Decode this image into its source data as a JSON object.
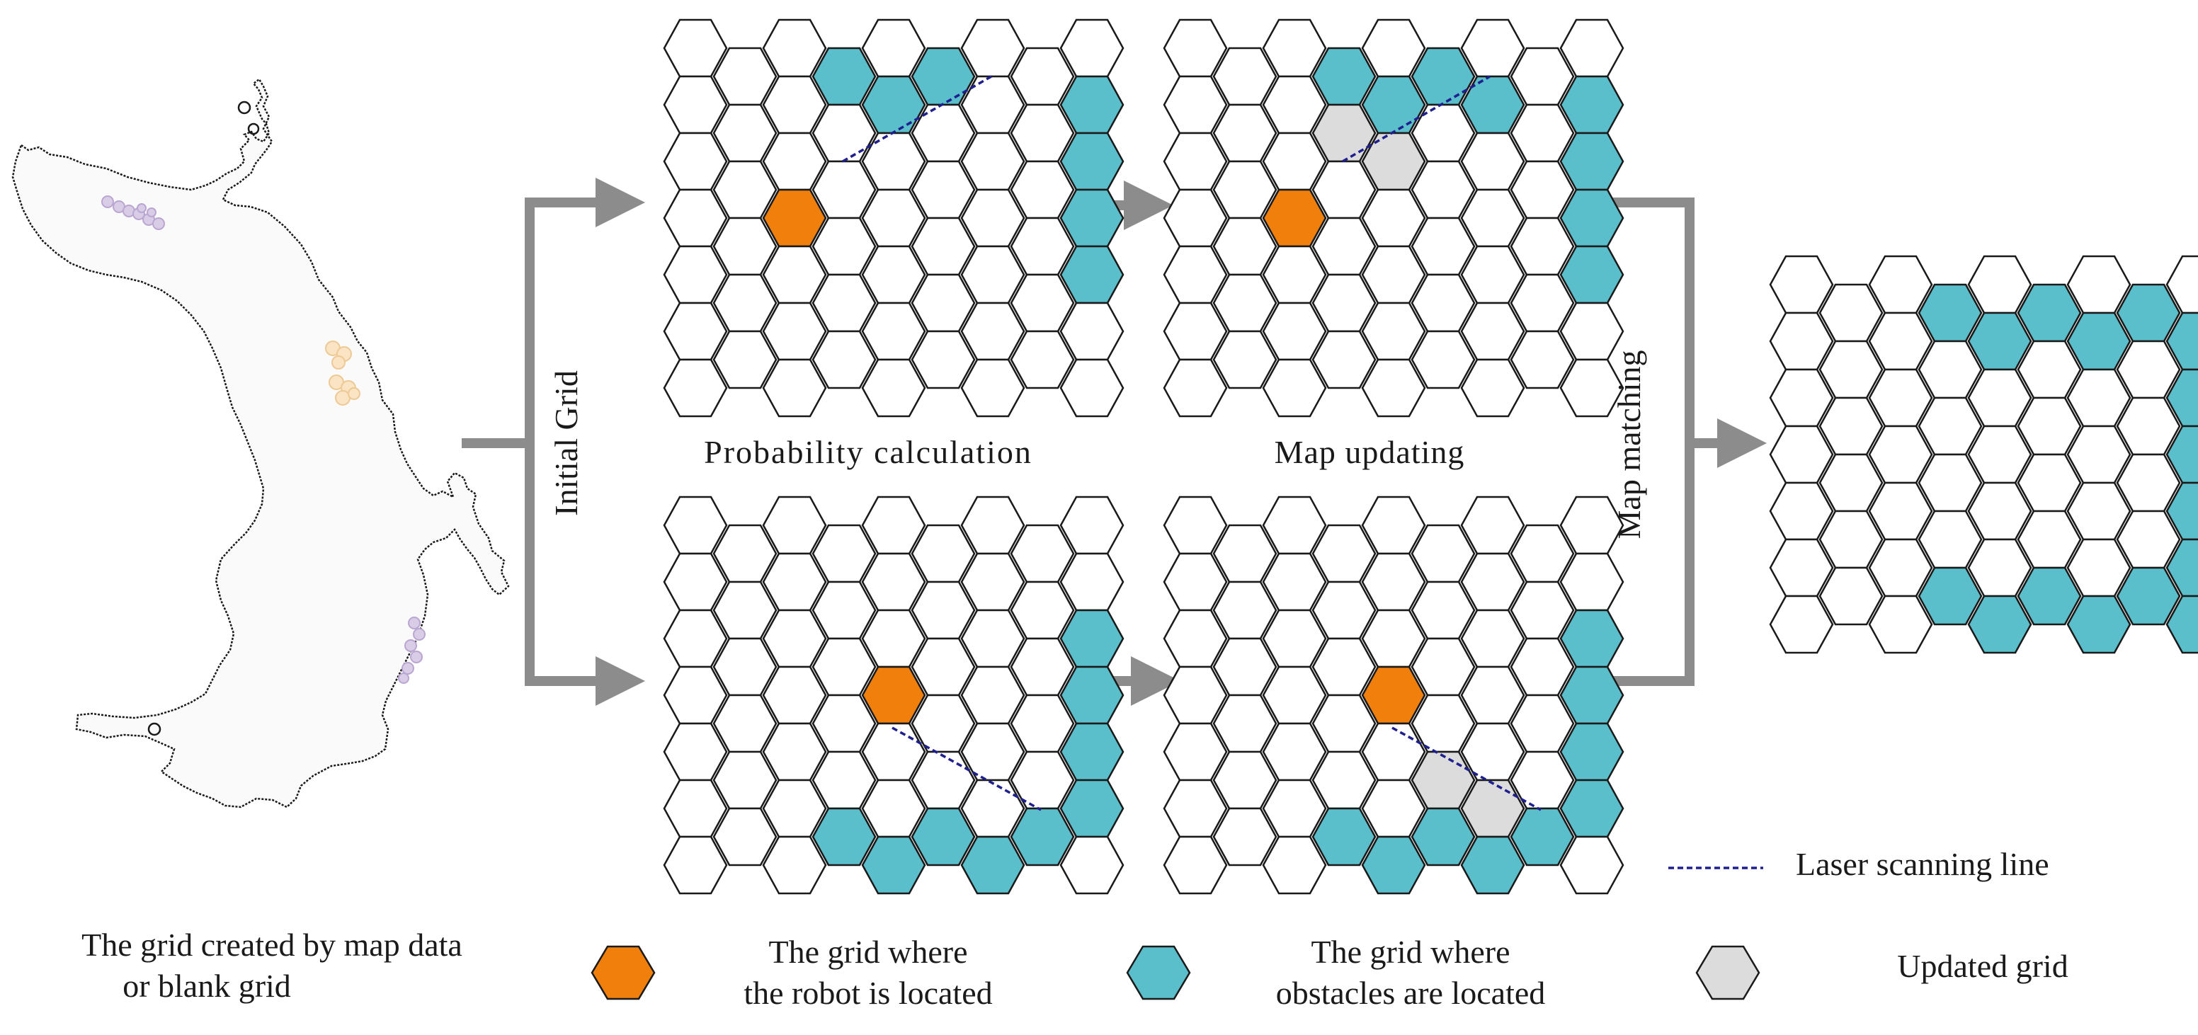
{
  "labels": {
    "initial_grid": "Initial Grid",
    "probability_calculation": "Probability calculation",
    "map_updating": "Map updating",
    "map_matching": "Map matching"
  },
  "legend": {
    "laser_line": "Laser scanning line",
    "map_grid_line1": "The grid created by map data",
    "map_grid_line2": "or blank grid",
    "robot_line1": "The grid where",
    "robot_line2": "the robot is located",
    "obstacle_line1": "The grid where",
    "obstacle_line2": "obstacles are located",
    "updated": "Updated grid"
  },
  "colors": {
    "robot": "#F07F0C",
    "obstacle": "#5BBFCB",
    "updated": "#DCDCDC",
    "empty": "#FFFFFF",
    "arrow": "#8C8C8C",
    "laser": "#1F1F8F",
    "map_outline": "#1A1A1A"
  },
  "grids": {
    "top_left": {
      "robot": [
        [
          3,
          2
        ]
      ],
      "obstacles": [
        [
          0,
          3
        ],
        [
          0,
          5
        ],
        [
          1,
          4
        ],
        [
          1,
          8
        ],
        [
          2,
          8
        ],
        [
          3,
          8
        ],
        [
          4,
          8
        ]
      ],
      "updated": []
    },
    "top_right": {
      "robot": [
        [
          3,
          2
        ]
      ],
      "obstacles": [
        [
          0,
          3
        ],
        [
          0,
          5
        ],
        [
          1,
          4
        ],
        [
          1,
          6
        ],
        [
          1,
          8
        ],
        [
          2,
          8
        ],
        [
          3,
          8
        ],
        [
          4,
          8
        ]
      ],
      "updated": [
        [
          1,
          3
        ],
        [
          2,
          4
        ]
      ]
    },
    "bottom_left": {
      "robot": [
        [
          3,
          4
        ]
      ],
      "obstacles": [
        [
          2,
          8
        ],
        [
          3,
          8
        ],
        [
          4,
          8
        ],
        [
          5,
          8
        ],
        [
          5,
          3
        ],
        [
          5,
          5
        ],
        [
          5,
          7
        ],
        [
          6,
          4
        ],
        [
          6,
          6
        ]
      ],
      "updated": []
    },
    "bottom_right": {
      "robot": [
        [
          3,
          4
        ]
      ],
      "obstacles": [
        [
          2,
          8
        ],
        [
          3,
          8
        ],
        [
          4,
          8
        ],
        [
          5,
          8
        ],
        [
          5,
          3
        ],
        [
          5,
          5
        ],
        [
          5,
          7
        ],
        [
          6,
          4
        ],
        [
          6,
          6
        ]
      ],
      "updated": [
        [
          4,
          5
        ],
        [
          5,
          6
        ]
      ]
    },
    "result": {
      "robot": [],
      "obstacles": [
        [
          0,
          3
        ],
        [
          0,
          5
        ],
        [
          0,
          7
        ],
        [
          1,
          4
        ],
        [
          1,
          6
        ],
        [
          1,
          8
        ],
        [
          2,
          8
        ],
        [
          3,
          8
        ],
        [
          4,
          8
        ],
        [
          5,
          8
        ],
        [
          5,
          3
        ],
        [
          5,
          5
        ],
        [
          5,
          7
        ],
        [
          6,
          4
        ],
        [
          6,
          6
        ],
        [
          6,
          8
        ]
      ],
      "updated": []
    }
  }
}
